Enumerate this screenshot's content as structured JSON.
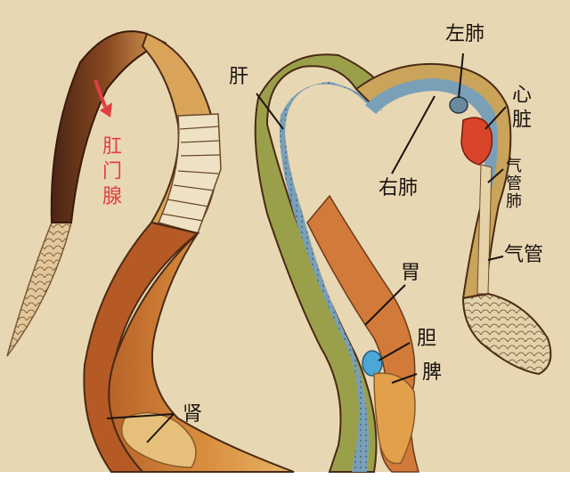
{
  "colors": {
    "paper": "#e8d7b3",
    "body_outer": "#c98a3c",
    "body_dark": "#5a3018",
    "liver": "#9a9a40",
    "lung": "#7aa0b8",
    "heart": "#d8452a",
    "stomach": "#d27a3a",
    "gallbladder": "#4aa7d8",
    "spleen": "#e3a04a",
    "kidney": "#e6c07a",
    "highlight_label": "#e04040",
    "label_text": "#1a1410"
  },
  "labels": {
    "anal_gland": "肛门腺",
    "liver": "肝",
    "left_lung": "左肺",
    "heart": "心脏",
    "right_lung": "右肺",
    "tracheal_lung": "气管肺",
    "trachea": "气管",
    "stomach": "胃",
    "gallbladder": "胆",
    "spleen": "脾",
    "kidney": "肾"
  }
}
